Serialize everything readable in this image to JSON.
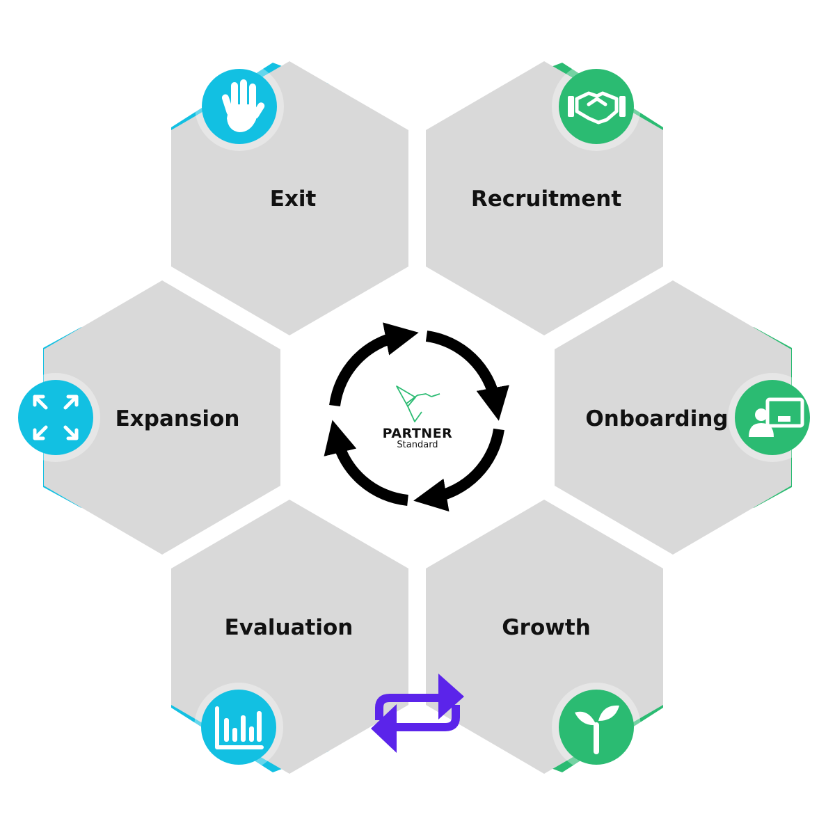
{
  "colors": {
    "hexagon_fill": "#d9d9d9",
    "accent_blue": "#12c0e2",
    "accent_green": "#2bbb72",
    "cycle_arrows": "#000000",
    "swap_arrows": "#5b24ea",
    "logo_bird": "#2bbb72"
  },
  "center": {
    "brand_name": "PARTNER",
    "brand_sub": "Standard",
    "logo_icon": "hummingbird-icon",
    "cycle_icon": "circular-arrows-icon"
  },
  "stages": [
    {
      "label": "Exit",
      "icon": "raised-hand-icon",
      "accent": "blue"
    },
    {
      "label": "Recruitment",
      "icon": "handshake-icon",
      "accent": "green"
    },
    {
      "label": "Onboarding",
      "icon": "presentation-board-icon",
      "accent": "green"
    },
    {
      "label": "Growth",
      "icon": "sprout-icon",
      "accent": "green"
    },
    {
      "label": "Evaluation",
      "icon": "bar-chart-icon",
      "accent": "blue"
    },
    {
      "label": "Expansion",
      "icon": "expand-arrows-icon",
      "accent": "blue"
    }
  ],
  "connector_icon": "swap-arrows-icon"
}
